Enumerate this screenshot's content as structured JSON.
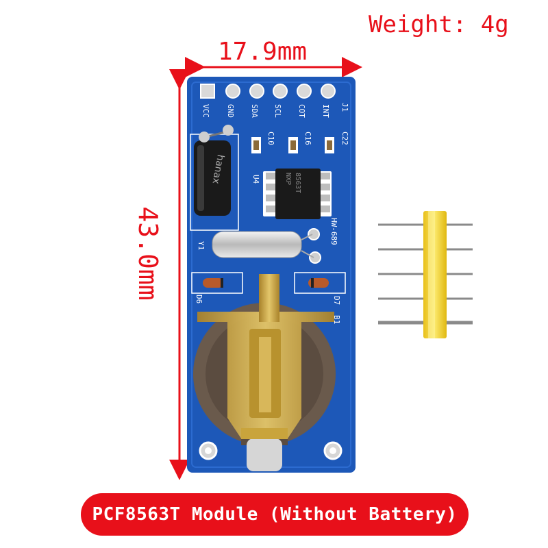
{
  "header": {
    "weight_label": "Weight: 4g"
  },
  "dimensions": {
    "width_label": "17.9mm",
    "height_label": "43.0mm"
  },
  "pcb": {
    "pin_labels": [
      "VCC",
      "GND",
      "SDA",
      "SCL",
      "COT",
      "INT"
    ],
    "connector_label": "J1",
    "cap_labels": [
      "C10",
      "C16",
      "C22"
    ],
    "chip_ref": "U4",
    "chip_marking": [
      "NXP",
      "8563T"
    ],
    "board_code": "HW-689",
    "crystal_ref": "Y1",
    "diode_refs": [
      "D6",
      "D7"
    ],
    "battery_ref": "B1",
    "brand_print": "hanax"
  },
  "caption": {
    "text": "PCF8563T Module (Without Battery)"
  },
  "colors": {
    "accent": "#e8101a",
    "pcb_blue": "#1d58b8",
    "holder_brown": "#6a5a4c",
    "gold": "#c9a43c",
    "header_yellow": "#f2d22e"
  }
}
